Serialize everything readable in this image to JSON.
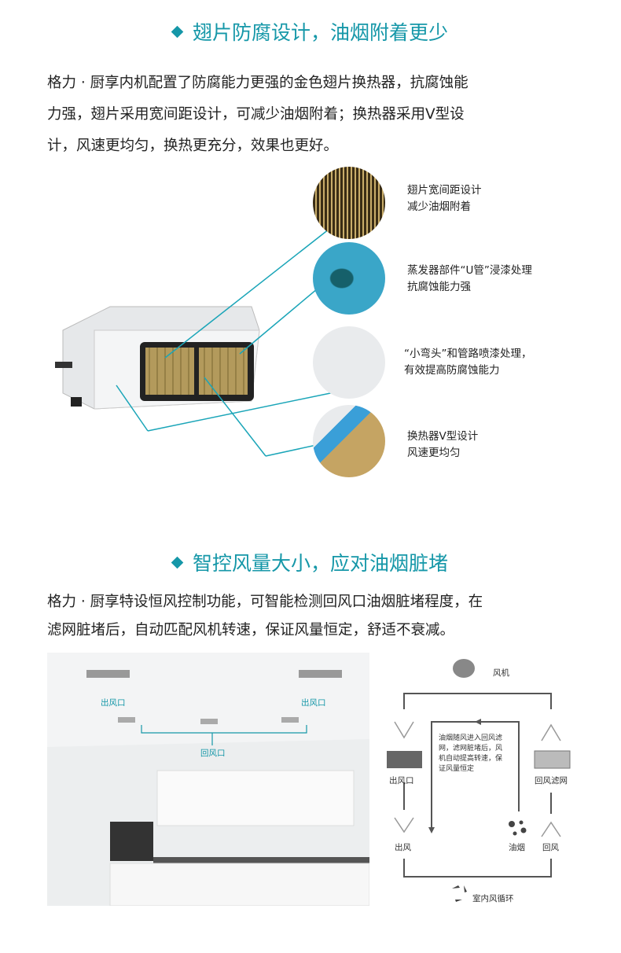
{
  "section1": {
    "title": "翅片防腐设计，油烟附着更少",
    "paragraph": [
      "格力 · 厨享内机配置了防腐能力更强的金色翅片换热器，抗腐蚀能",
      "力强，翅片采用宽间距设计，可减少油烟附着；换热器采用V型设",
      "计，风速更均匀，换热更充分，效果也更好。"
    ],
    "callouts": [
      {
        "lines": [
          "翅片宽间距设计",
          "减少油烟附着"
        ]
      },
      {
        "lines": [
          "蒸发器部件“U管”浸漆处理",
          "抗腐蚀能力强"
        ]
      },
      {
        "lines": [
          "“小弯头”和管路喷漆处理，",
          "有效提高防腐蚀能力"
        ]
      },
      {
        "lines": [
          "换热器V型设计",
          "风速更均匀"
        ]
      }
    ]
  },
  "section2": {
    "title": "智控风量大小，应对油烟脏堵",
    "paragraph": [
      "格力 · 厨享特设恒风控制功能，可智能检测回风口油烟脏堵程度，在",
      "滤网脏堵后，自动匹配风机转速，保证风量恒定，舒适不衰减。"
    ],
    "photo_labels": {
      "outlet_left": "出风口",
      "outlet_right": "出风口",
      "return": "回风口"
    },
    "diagram": {
      "fan": "风机",
      "outlet": "出风口",
      "return_filter": "回风滤网",
      "air_out": "出风",
      "smoke": "油烟",
      "air_return": "回风",
      "cycle": "室内风循环",
      "note": [
        "油烟随风进入回风滤",
        "网，滤网脏堵后，风",
        "机自动提高转速，保",
        "证风量恒定"
      ]
    }
  },
  "colors": {
    "accent": "#1597a8",
    "text": "#222222",
    "line": "#555555"
  }
}
